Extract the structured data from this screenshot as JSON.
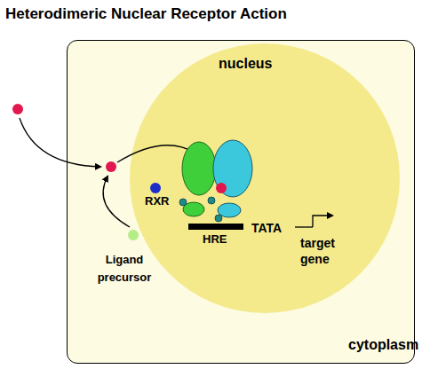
{
  "diagram": {
    "title": "Heterodimeric Nuclear Receptor Action",
    "nodes": [
      {
        "text": [
          "cytoplasm"
        ]
      },
      {
        "text": [
          "nucleus"
        ],
        "in": 0
      }
    ],
    "labels": [
      "RXR",
      "HRE",
      "TATA",
      "target gene",
      "Ligand precursor"
    ]
  }
}
